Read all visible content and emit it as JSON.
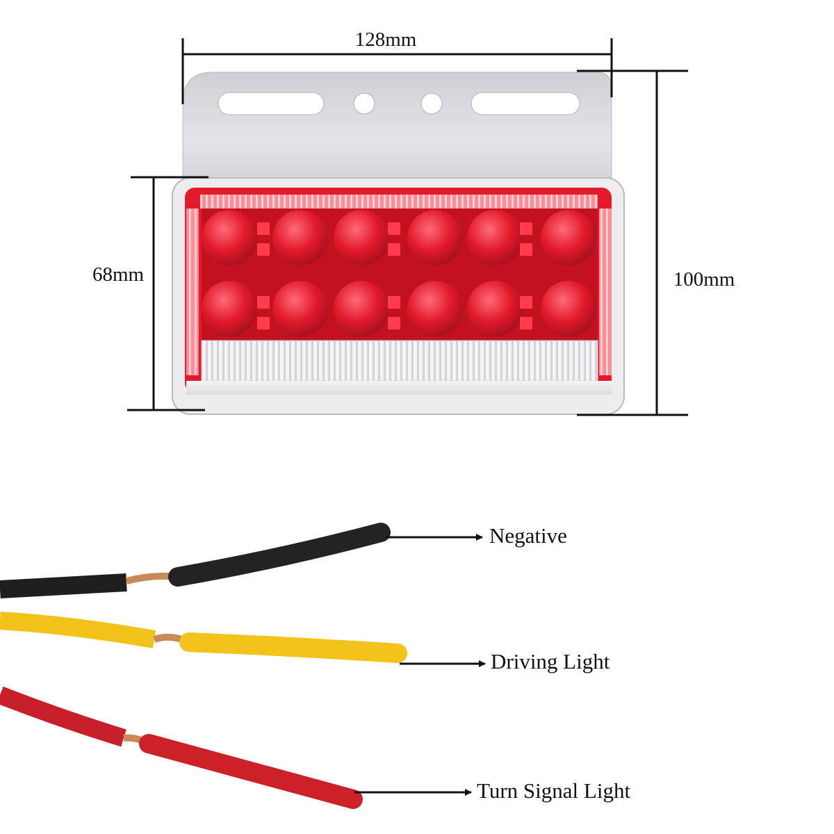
{
  "dimensions": {
    "width": "128mm",
    "height": "100mm",
    "lens_height": "68mm"
  },
  "wires": [
    {
      "label": "Negative",
      "color": "#1f1f1f"
    },
    {
      "label": "Driving Light",
      "color": "#f0c21a"
    },
    {
      "label": "Turn Signal Light",
      "color": "#c8202a"
    }
  ],
  "colors": {
    "bracket": "#d8d8dc",
    "lens_red": "#e11a2c",
    "copper": "#c98a5a"
  }
}
